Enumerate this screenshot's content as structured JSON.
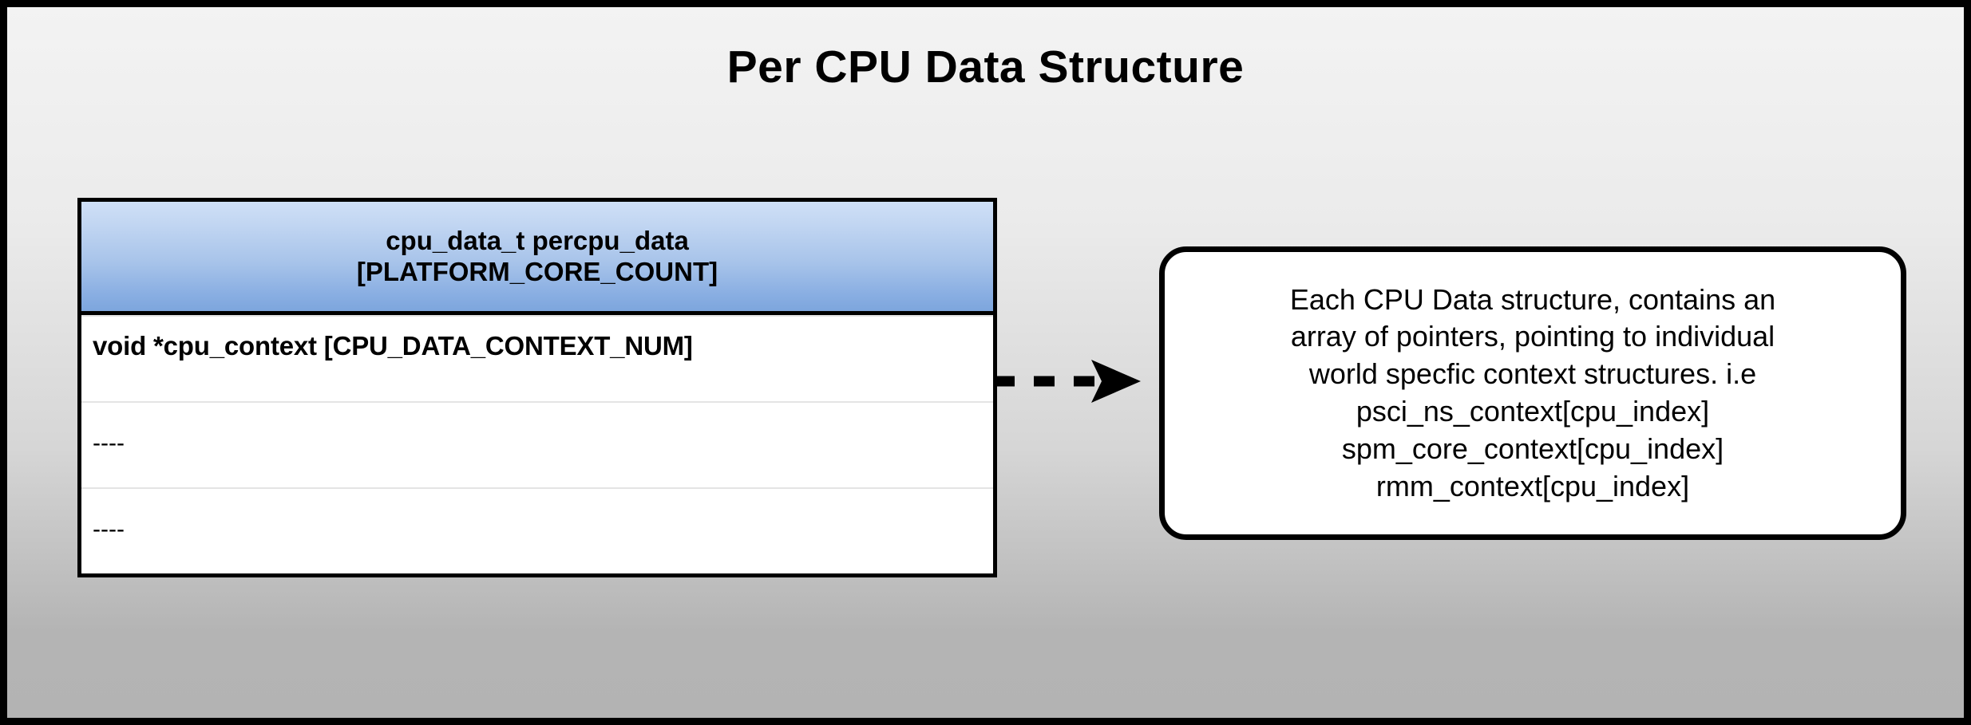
{
  "page": {
    "title": "Per CPU Data Structure",
    "background_top_color": "#f3f3f3",
    "background_bottom_color": "#b3b3b3",
    "border_color": "#000000"
  },
  "struct_table": {
    "header": {
      "line1": "cpu_data_t percpu_data",
      "line2": "[PLATFORM_CORE_COUNT]",
      "gradient_top_color": "#cfe0f7",
      "gradient_bottom_color": "#7da6dd",
      "border_color": "#000000"
    },
    "rows": [
      {
        "label": "void *cpu_context [CPU_DATA_CONTEXT_NUM]",
        "style": "bold"
      },
      {
        "label": "----",
        "style": "dashes"
      },
      {
        "label": "----",
        "style": "dashes"
      }
    ]
  },
  "connector": {
    "icon": "dashed-arrow-right-icon",
    "style": "dashed",
    "direction": "right",
    "color": "#000000"
  },
  "callout": {
    "lines": [
      "Each CPU Data structure, contains an",
      "array of pointers, pointing to individual",
      "world specfic context structures. i.e",
      "psci_ns_context[cpu_index]",
      "spm_core_context[cpu_index]",
      "rmm_context[cpu_index]"
    ],
    "border_color": "#000000",
    "background_color": "#ffffff"
  }
}
